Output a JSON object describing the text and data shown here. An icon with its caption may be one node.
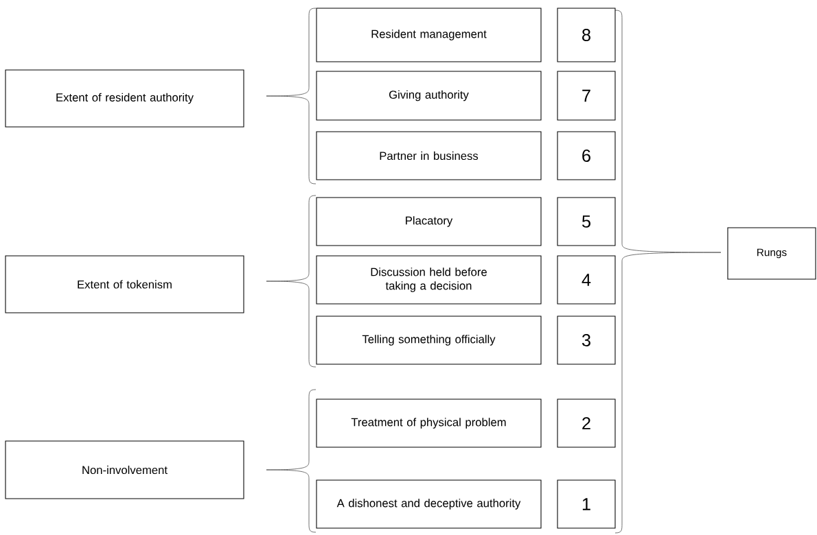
{
  "diagram": {
    "nodes": [
      {
        "text": [
          "Extent of resident authority"
        ]
      },
      {
        "text": [
          "Extent of tokenism"
        ]
      },
      {
        "text": [
          "Non-involvement"
        ]
      },
      {
        "text": [
          "Resident management"
        ]
      },
      {
        "text": [
          "8"
        ]
      },
      {
        "text": [
          "Giving authority"
        ]
      },
      {
        "text": [
          "7"
        ]
      },
      {
        "text": [
          "Partner in business"
        ]
      },
      {
        "text": [
          "6"
        ]
      },
      {
        "text": [
          "Placatory"
        ]
      },
      {
        "text": [
          "5"
        ]
      },
      {
        "text": [
          "Discussion held before taking a decision"
        ]
      },
      {
        "text": [
          "4"
        ]
      },
      {
        "text": [
          "Telling something officially"
        ]
      },
      {
        "text": [
          "3"
        ]
      },
      {
        "text": [
          "Treatment of physical problem"
        ]
      },
      {
        "text": [
          "2"
        ]
      },
      {
        "text": [
          "A dishonest and deceptive authority"
        ]
      },
      {
        "text": [
          "1"
        ]
      },
      {
        "text": [
          "Rungs"
        ]
      }
    ],
    "edges": []
  }
}
